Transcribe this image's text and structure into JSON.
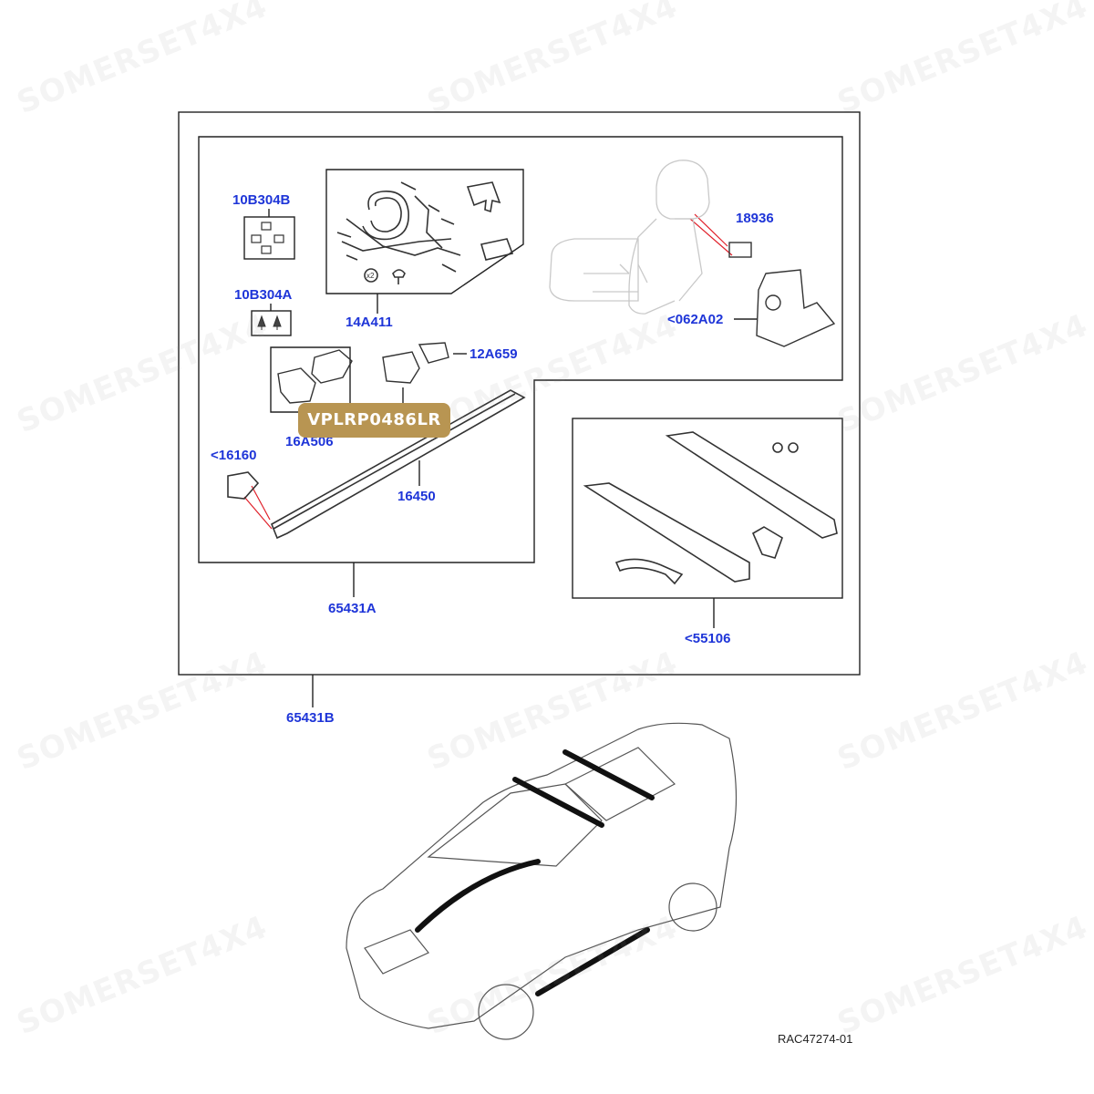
{
  "watermark": "SOMERSET4X4",
  "badge": "VPLRP0486LR",
  "reference": "RAC47274-01",
  "labels": {
    "l10B304B": "10B304B",
    "l10B304A": "10B304A",
    "l14A411": "14A411",
    "l12A659": "12A659",
    "l16A506": "16A506",
    "l16160": "<16160",
    "l16450": "16450",
    "l18936": "18936",
    "l062A02": "<062A02",
    "l65431A": "65431A",
    "l55106": "<55106",
    "l65431B": "65431B"
  },
  "callout_x2": "x2",
  "colors": {
    "label": "#1e35d8",
    "badge": "#b89552",
    "leader_red": "#e0202a",
    "line": "#222222"
  }
}
